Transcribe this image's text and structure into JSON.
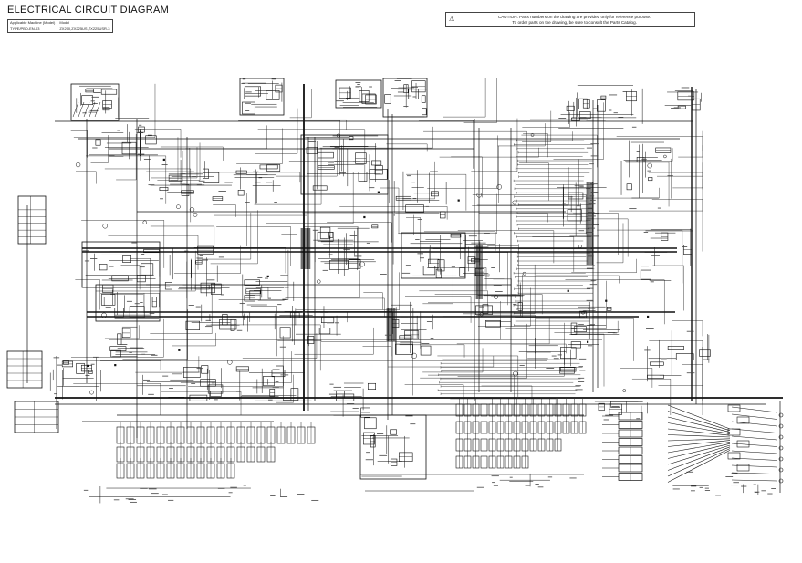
{
  "page": {
    "title": "ELECTRICAL CIRCUIT DIAGRAM"
  },
  "info_table": {
    "rows": [
      {
        "c1": "Applicable Machine (Model)",
        "c2": "Model"
      },
      {
        "c1": "TYPE/PBD-EN-03",
        "c2": "ZX200,ZX225US,ZX225USR-3"
      }
    ]
  },
  "caution": {
    "icon": "warning-triangle",
    "line1": "CAUTION: Parts numbers on the drawing are provided only for reference purpose.",
    "line2": "To order parts on the drawing, be sure to consult the Parts Catalog."
  },
  "diagram": {
    "description": "Dense machine electrical wiring schematic",
    "ink_color": "#111111",
    "background_color": "#ffffff"
  }
}
